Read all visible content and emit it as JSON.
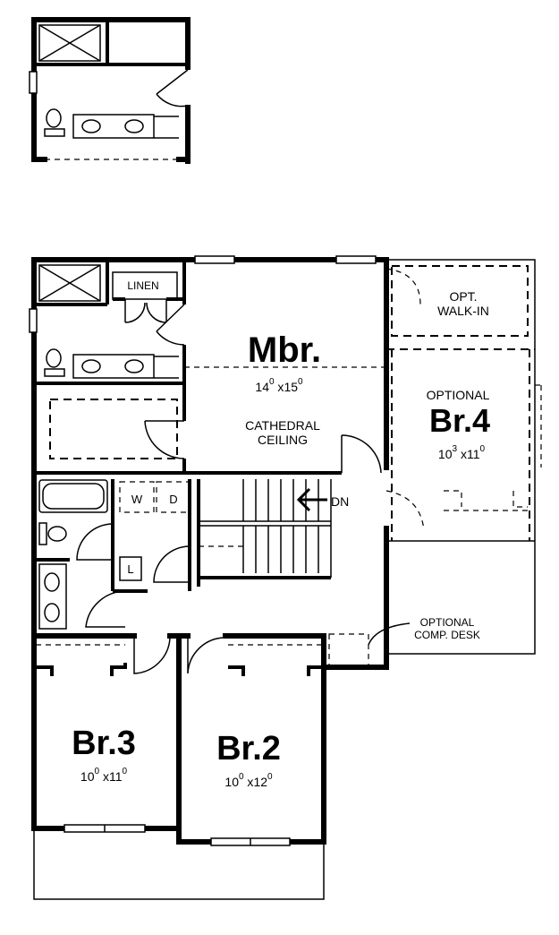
{
  "rooms": {
    "mbr": {
      "name": "Mbr.",
      "dim_a": "14",
      "sup_a": "0",
      "dim_x": " x",
      "dim_b": "15",
      "sup_b": "0"
    },
    "br4": {
      "optional": "OPTIONAL",
      "name": "Br.4",
      "dim_a": "10",
      "sup_a": "3",
      "dim_x": " x",
      "dim_b": "11",
      "sup_b": "0"
    },
    "br3": {
      "name": "Br.3",
      "dim_a": "10",
      "sup_a": "0",
      "dim_x": " x",
      "dim_b": "11",
      "sup_b": "0"
    },
    "br2": {
      "name": "Br.2",
      "dim_a": "10",
      "sup_a": "0",
      "dim_x": " x",
      "dim_b": "12",
      "sup_b": "0"
    }
  },
  "labels": {
    "linen": "LINEN",
    "walkin_1": "OPT.",
    "walkin_2": "WALK-IN",
    "cathedral_1": "CATHEDRAL",
    "cathedral_2": "CEILING",
    "stair": "DN",
    "washer": "W",
    "dryer": "D",
    "laundry": "L",
    "desk_1": "OPTIONAL",
    "desk_2": "COMP. DESK"
  }
}
